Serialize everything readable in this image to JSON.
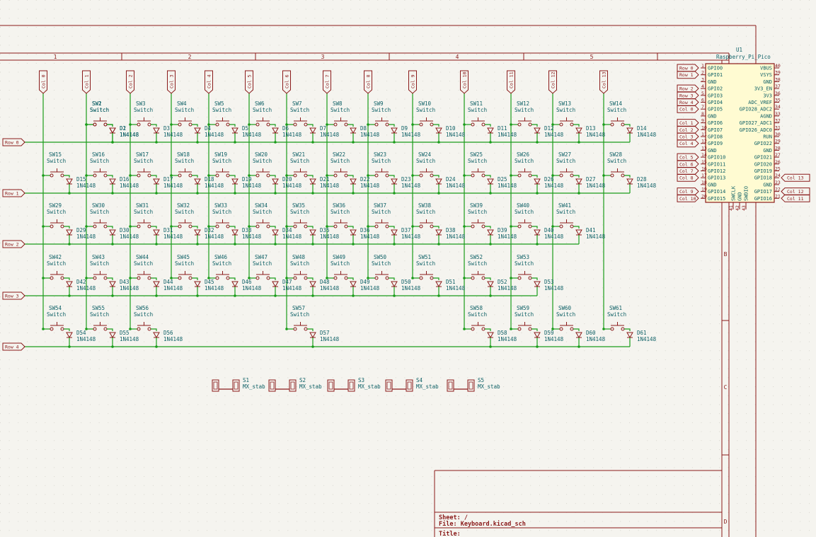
{
  "sheet": {
    "columns_ruler": [
      "1",
      "2",
      "3",
      "4",
      "5"
    ],
    "rows_ruler": [
      "B",
      "C",
      "D"
    ],
    "sheet_label": "Sheet: /",
    "file_label": "File: Keyboard.kicad_sch",
    "title_label": "Title:"
  },
  "colors": {
    "wire": "#1a9c1a",
    "body": "#8a1a1a",
    "text": "#0c5f65",
    "ic_fill": "#fffbd2",
    "paper": "#f5f4ef"
  },
  "matrix": {
    "col_labels": [
      "Col 0",
      "Col 1",
      "Col 2",
      "Col 3",
      "Col 4",
      "Col 5",
      "Col 6",
      "Col 7",
      "Col 8",
      "Col 9",
      "Col 10",
      "Col 11",
      "Col 12",
      "Col 13"
    ],
    "row_labels": [
      "Row 0",
      "Row 1",
      "Row 2",
      "Row 3",
      "Row 4"
    ],
    "switch_value": "Switch",
    "diode_value": "1N4148",
    "rows": [
      [
        [
          1,
          1,
          1
        ],
        [
          1,
          2,
          2
        ],
        [
          2,
          3,
          3
        ],
        [
          3,
          4,
          4
        ],
        [
          4,
          5,
          5
        ],
        [
          5,
          6,
          6
        ],
        [
          6,
          7,
          7
        ],
        [
          7,
          8,
          8
        ],
        [
          8,
          9,
          9
        ],
        [
          9,
          10,
          10
        ],
        [
          10,
          11,
          11
        ],
        [
          11,
          12,
          12
        ],
        [
          12,
          13,
          13
        ],
        [
          13,
          14,
          14
        ]
      ],
      [
        [
          0,
          15,
          15
        ],
        [
          1,
          16,
          16
        ],
        [
          2,
          17,
          17
        ],
        [
          3,
          18,
          18
        ],
        [
          4,
          19,
          19
        ],
        [
          5,
          20,
          20
        ],
        [
          6,
          21,
          21
        ],
        [
          7,
          22,
          22
        ],
        [
          8,
          23,
          23
        ],
        [
          9,
          24,
          24
        ],
        [
          10,
          25,
          25
        ],
        [
          11,
          26,
          26
        ],
        [
          12,
          27,
          27
        ],
        [
          13,
          28,
          28
        ]
      ],
      [
        [
          0,
          29,
          29
        ],
        [
          1,
          30,
          30
        ],
        [
          2,
          31,
          31
        ],
        [
          3,
          32,
          32
        ],
        [
          4,
          33,
          33
        ],
        [
          5,
          34,
          34
        ],
        [
          6,
          35,
          35
        ],
        [
          7,
          36,
          36
        ],
        [
          8,
          37,
          37
        ],
        [
          9,
          38,
          38
        ],
        [
          10,
          39,
          39
        ],
        [
          11,
          40,
          40
        ],
        [
          12,
          41,
          41
        ]
      ],
      [
        [
          0,
          42,
          42
        ],
        [
          1,
          43,
          43
        ],
        [
          2,
          44,
          44
        ],
        [
          3,
          45,
          45
        ],
        [
          4,
          46,
          46
        ],
        [
          5,
          47,
          47
        ],
        [
          6,
          48,
          48
        ],
        [
          7,
          49,
          49
        ],
        [
          8,
          50,
          50
        ],
        [
          9,
          51,
          51
        ],
        [
          10,
          52,
          52
        ],
        [
          11,
          53,
          53
        ]
      ],
      [
        [
          0,
          54,
          54
        ],
        [
          1,
          55,
          55
        ],
        [
          2,
          56,
          56
        ],
        [
          6,
          57,
          57
        ],
        [
          10,
          58,
          58
        ],
        [
          11,
          59,
          59
        ],
        [
          12,
          60,
          60
        ],
        [
          13,
          61,
          61
        ]
      ]
    ]
  },
  "stabs": {
    "value": "MX_stab",
    "refs": [
      "S1",
      "S2",
      "S3",
      "S4",
      "S5"
    ]
  },
  "pico": {
    "ref": "U1",
    "value": "Raspberry_Pi_Pico",
    "left_pins": [
      {
        "num": "1",
        "name": "GPIO0",
        "net": "Row 0"
      },
      {
        "num": "2",
        "name": "GPIO1",
        "net": "Row 1"
      },
      {
        "num": "3",
        "name": "GND",
        "net": ""
      },
      {
        "num": "4",
        "name": "GPIO2",
        "net": "Row 2"
      },
      {
        "num": "5",
        "name": "GPIO3",
        "net": "Row 3"
      },
      {
        "num": "6",
        "name": "GPIO4",
        "net": "Row 4"
      },
      {
        "num": "7",
        "name": "GPIO5",
        "net": "Col 0"
      },
      {
        "num": "8",
        "name": "GND",
        "net": ""
      },
      {
        "num": "9",
        "name": "GPIO6",
        "net": "Col 1"
      },
      {
        "num": "10",
        "name": "GPIO7",
        "net": "Col 2"
      },
      {
        "num": "11",
        "name": "GPIO8",
        "net": "Col 3"
      },
      {
        "num": "12",
        "name": "GPIO9",
        "net": "Col 4"
      },
      {
        "num": "13",
        "name": "GND",
        "net": ""
      },
      {
        "num": "14",
        "name": "GPIO10",
        "net": "Col 5"
      },
      {
        "num": "15",
        "name": "GPIO11",
        "net": "Col 6"
      },
      {
        "num": "16",
        "name": "GPIO12",
        "net": "Col 7"
      },
      {
        "num": "17",
        "name": "GPIO13",
        "net": "Col 8"
      },
      {
        "num": "18",
        "name": "GND",
        "net": ""
      },
      {
        "num": "19",
        "name": "GPIO14",
        "net": "Col 9"
      },
      {
        "num": "20",
        "name": "GPIO15",
        "net": "Col 10"
      }
    ],
    "right_pins": [
      {
        "num": "40",
        "name": "VBUS",
        "net": ""
      },
      {
        "num": "39",
        "name": "VSYS",
        "net": ""
      },
      {
        "num": "38",
        "name": "GND",
        "net": ""
      },
      {
        "num": "37",
        "name": "3V3_EN",
        "net": ""
      },
      {
        "num": "36",
        "name": "3V3",
        "net": ""
      },
      {
        "num": "35",
        "name": "ADC_VREF",
        "net": ""
      },
      {
        "num": "34",
        "name": "GPIO28_ADC2",
        "net": ""
      },
      {
        "num": "33",
        "name": "AGND",
        "net": ""
      },
      {
        "num": "32",
        "name": "GPIO27_ADC1",
        "net": ""
      },
      {
        "num": "31",
        "name": "GPIO26_ADC0",
        "net": ""
      },
      {
        "num": "30",
        "name": "RUN",
        "net": ""
      },
      {
        "num": "29",
        "name": "GPIO22",
        "net": ""
      },
      {
        "num": "28",
        "name": "GND",
        "net": ""
      },
      {
        "num": "27",
        "name": "GPIO21",
        "net": ""
      },
      {
        "num": "26",
        "name": "GPIO20",
        "net": ""
      },
      {
        "num": "25",
        "name": "GPIO19",
        "net": ""
      },
      {
        "num": "24",
        "name": "GPIO18",
        "net": "Col 13"
      },
      {
        "num": "23",
        "name": "GND",
        "net": ""
      },
      {
        "num": "22",
        "name": "GPIO17",
        "net": "Col 12"
      },
      {
        "num": "21",
        "name": "GPIO16",
        "net": "Col 11"
      }
    ],
    "bottom_pins": [
      {
        "num": "41",
        "name": "SWCLK"
      },
      {
        "num": "42",
        "name": "GND"
      },
      {
        "num": "43",
        "name": "SWDIO"
      }
    ]
  }
}
